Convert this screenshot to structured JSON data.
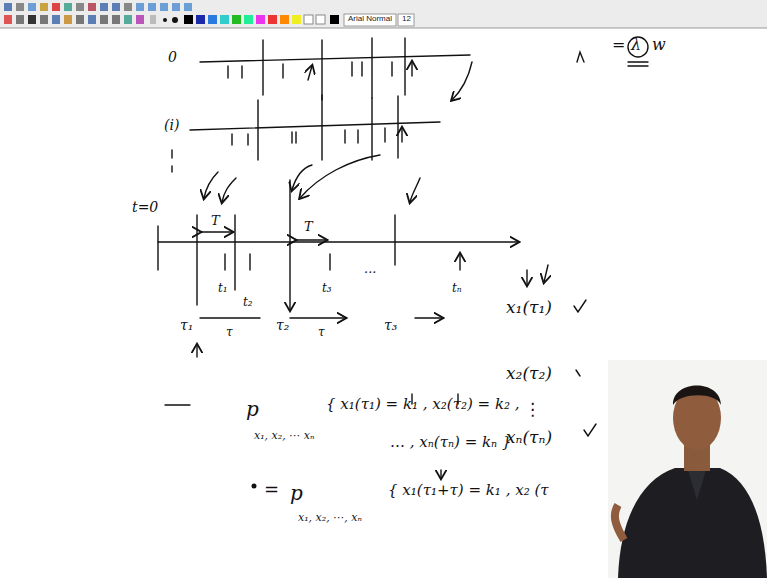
{
  "diagram": {
    "labels": [
      "Arial Normal",
      "12",
      "=",
      "λ",
      "w",
      "0",
      "(i)",
      "t=0",
      "T",
      "T",
      "t₁",
      "t₂",
      "t₃",
      "...",
      "tₙ",
      "τ₁",
      "τ",
      "τ₂",
      "τ",
      "τ₃",
      "x₁(τ₁)",
      "x₂(τ₂)",
      "⋮",
      "xₙ(τₙ)",
      "p",
      "x₁, x₂, ⋯ xₙ",
      "{ x₁(τ₁) = k₁ , x₂(τ₂) = k₂ ,",
      "… , xₙ(τₙ) = kₙ }",
      "=",
      "p",
      "x₁, x₂, ⋯, xₙ",
      "{ x₁(τ₁+τ) = k₁ , x₂ (τ"
    ]
  }
}
